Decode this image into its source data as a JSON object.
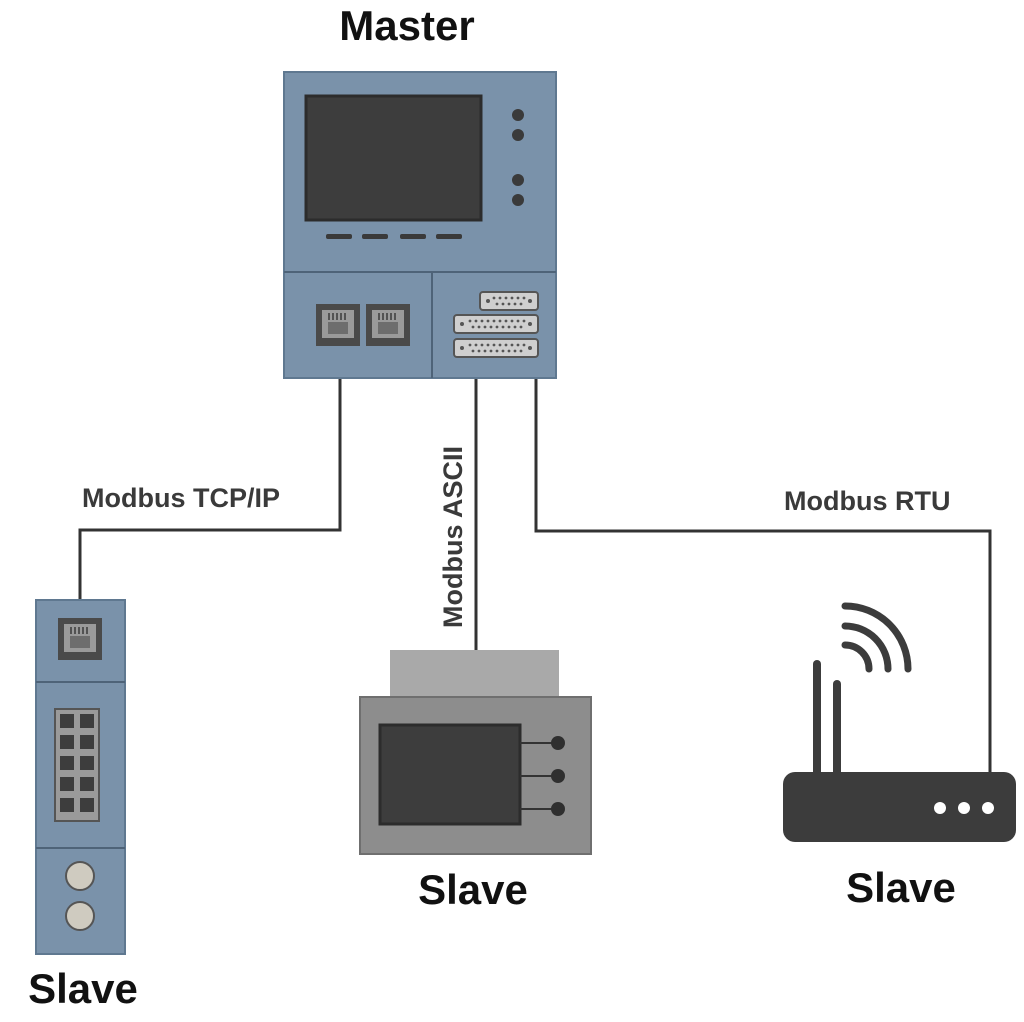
{
  "master": {
    "label": "Master"
  },
  "links": {
    "tcp": "Modbus TCP/IP",
    "ascii": "Modbus ASCII",
    "rtu": "Modbus RTU"
  },
  "slaves": {
    "din_module": {
      "label": "Slave"
    },
    "hmi_panel": {
      "label": "Slave"
    },
    "router": {
      "label": "Slave"
    }
  },
  "colors": {
    "device_blue": "#7a92aa",
    "device_border": "#5f7890",
    "screen_dark": "#3d3d3d",
    "panel_gray": "#8d8d8d",
    "panel_top_gray": "#a9a9a9",
    "router_dark": "#3c3c3c",
    "wire": "#333333"
  }
}
